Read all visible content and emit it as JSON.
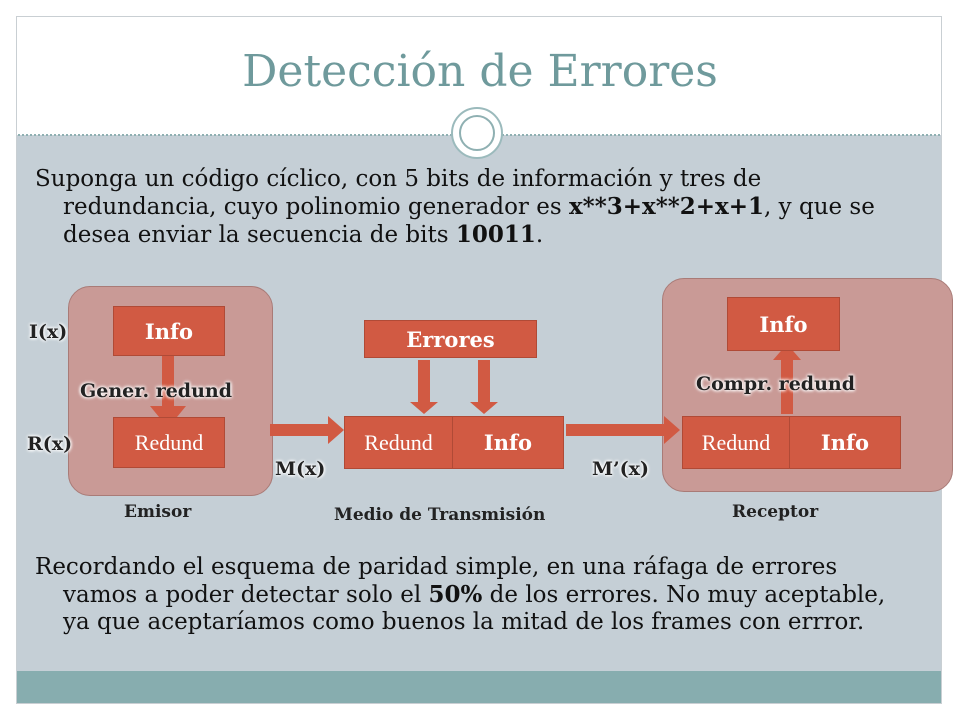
{
  "title": "Detección de Errores",
  "para1": {
    "line1": "Suponga un código cíclico, con 5 bits de información y tres de",
    "line2_pre": "redundancia, cuyo polinomio generador es ",
    "polynomial": "x**3+x**2+x+1",
    "line2_post": ", y que se",
    "line3_pre": "desea enviar la secuencia de bits ",
    "sequence": "10011",
    "line3_post": "."
  },
  "diagram": {
    "emitter": {
      "info": "Info",
      "redund": "Redund",
      "gen_label": "Gener. redund",
      "ix": "I(x)",
      "rx": "R(x)",
      "caption": "Emisor"
    },
    "medium": {
      "errors": "Errores",
      "redund": "Redund",
      "info": "Info",
      "mx": "M(x)",
      "mpx": "M’(x)",
      "caption": "Medio de Transmisión"
    },
    "receiver": {
      "info": "Info",
      "compr_label": "Compr. redund",
      "redund": "Redund",
      "info2": "Info",
      "caption": "Receptor"
    }
  },
  "para2": {
    "line1": "Recordando el esquema de paridad simple, en una ráfaga de errores",
    "line2_pre": "vamos a poder detectar solo el ",
    "percent": "50%",
    "line2_post": " de los errores. No muy aceptable,",
    "line3": "ya que aceptaríamos como buenos la mitad de los frames con errror."
  },
  "colors": {
    "title": "#6f9a9c",
    "content_bg": "#c5cfd6",
    "box": "#d15a43",
    "group": "#c99a96",
    "bottom_bar": "#87adaf"
  }
}
